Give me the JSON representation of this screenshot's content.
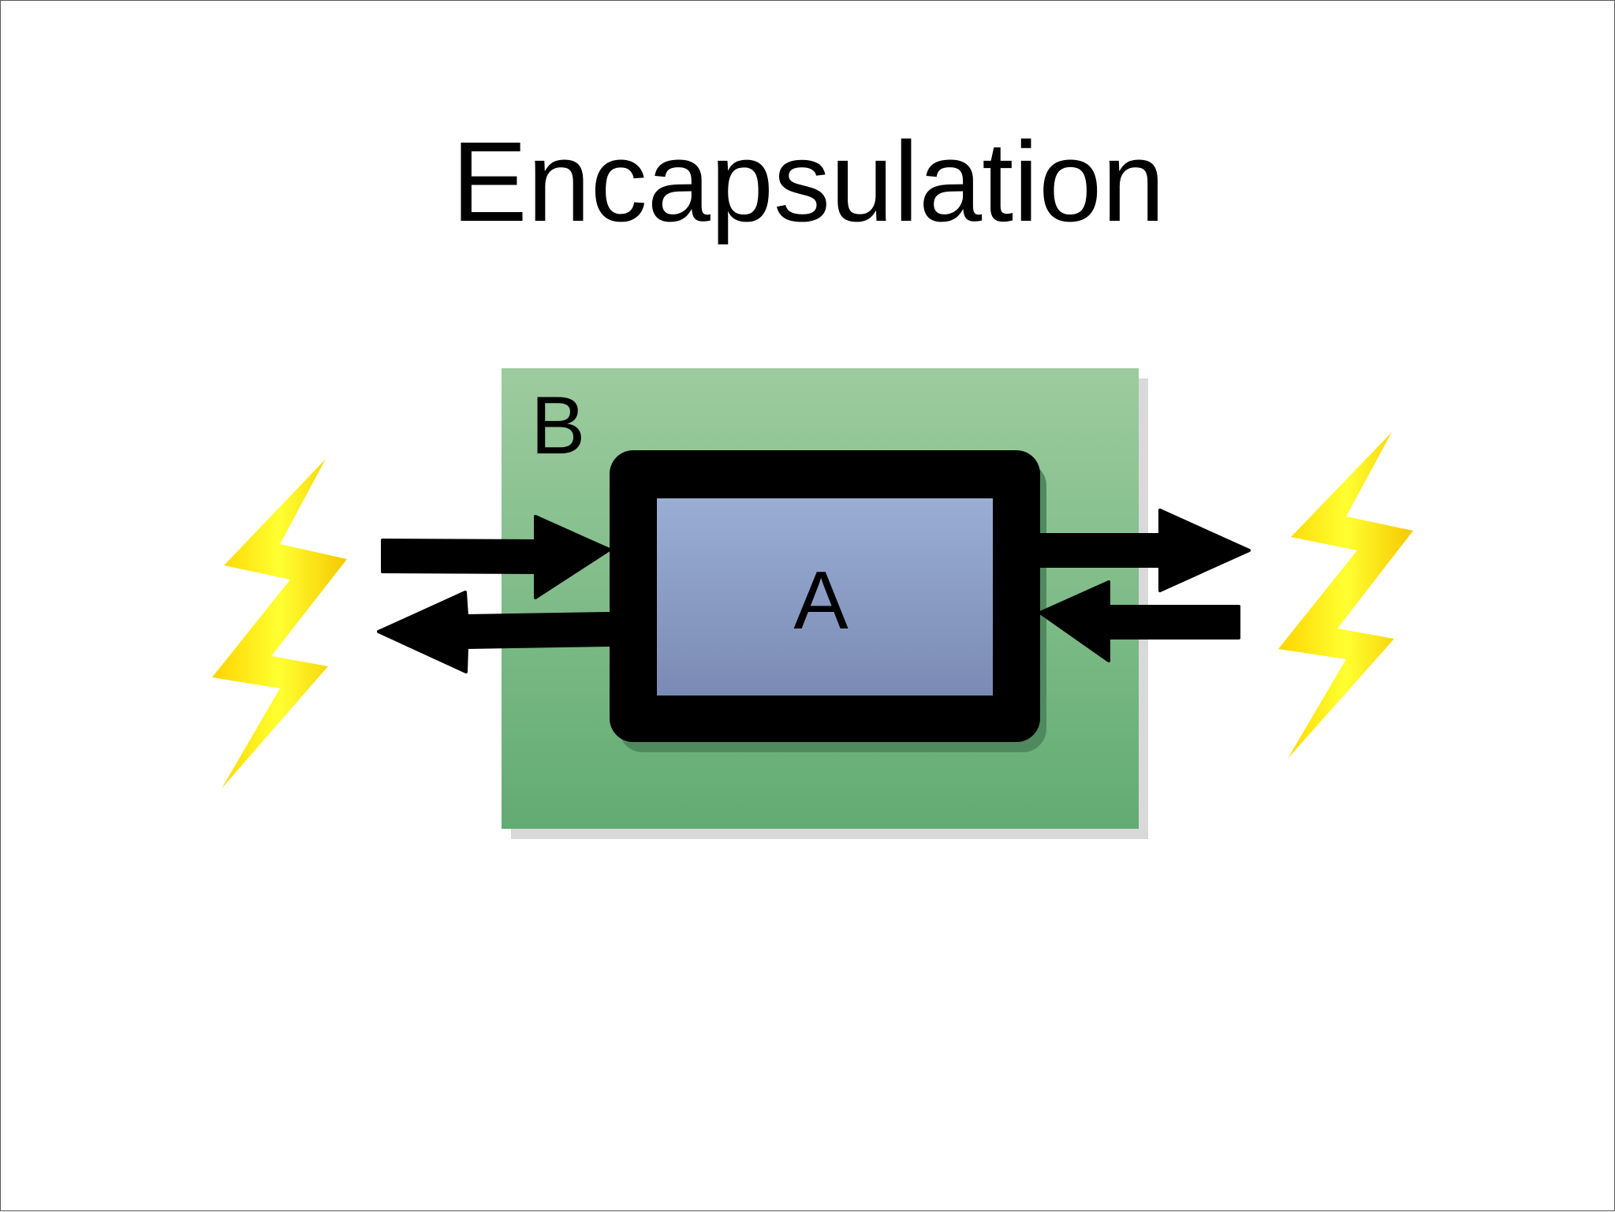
{
  "slide": {
    "title": "Encapsulation"
  },
  "diagram": {
    "outer_box": {
      "label": "B",
      "fill_top": "#9dcc9f",
      "fill_bottom": "#62ab72"
    },
    "inner_box": {
      "label": "A",
      "fill_top": "#9aaed4",
      "fill_bottom": "#7a8ab4",
      "border_color": "#000000"
    },
    "lightning_color_outer": "#ffdd00",
    "lightning_color_inner": "#ffff44",
    "arrow_color": "#000000"
  }
}
